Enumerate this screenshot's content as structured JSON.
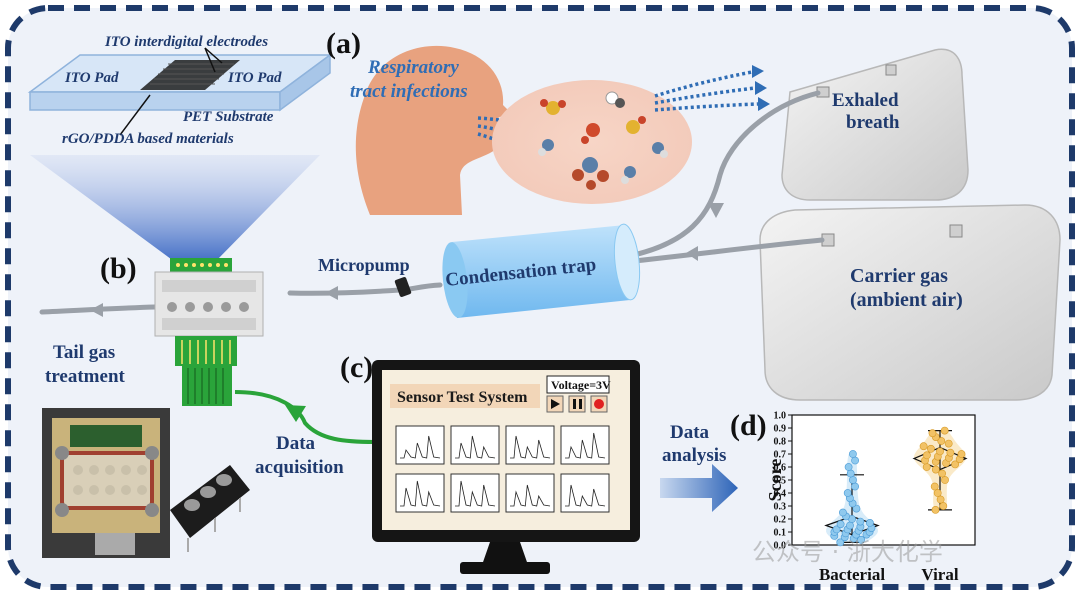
{
  "panels": {
    "a": "(a)",
    "b": "(b)",
    "c": "(c)",
    "d": "(d)"
  },
  "sensor_labels": {
    "electrodes": "ITO interdigital electrodes",
    "pad_left": "ITO Pad",
    "pad_right": "ITO Pad",
    "substrate": "PET Substrate",
    "materials": "rGO/PDDA based materials"
  },
  "respiratory": {
    "line1": "Respiratory",
    "line2": "tract infections"
  },
  "exhaled": {
    "line1": "Exhaled",
    "line2": "breath"
  },
  "carrier": {
    "line1": "Carrier gas",
    "line2": "(ambient air)"
  },
  "micropump": "Micropump",
  "condensation": "Condensation trap",
  "tailgas": {
    "line1": "Tail gas",
    "line2": "treatment"
  },
  "acquisition": {
    "line1": "Data",
    "line2": "acquisition"
  },
  "analysis": {
    "line1": "Data",
    "line2": "analysis"
  },
  "monitor": {
    "title": "Sensor Test System",
    "voltage": "Voltage=3V"
  },
  "watermark": "公众号 · 浙大化学",
  "colors": {
    "frame": "#1e3a6a",
    "panel_bg": "#eef2f9",
    "label": "#1f3a6e",
    "accent_blue": "#2f6db5",
    "green": "#2aa43a",
    "violin_bact": "#8fc9ee",
    "violin_viral": "#f2c265"
  },
  "chart_data": {
    "type": "violin",
    "ylabel": "Score",
    "categories": [
      "Bacterial",
      "Viral"
    ],
    "ylim": [
      0.0,
      1.0
    ],
    "yticks": [
      "0.0",
      "0.1",
      "0.2",
      "0.3",
      "0.4",
      "0.5",
      "0.6",
      "0.7",
      "0.8",
      "0.9",
      "1.0"
    ],
    "series": [
      {
        "values": [
          0.02,
          0.04,
          0.05,
          0.06,
          0.07,
          0.08,
          0.08,
          0.09,
          0.1,
          0.1,
          0.11,
          0.12,
          0.12,
          0.13,
          0.14,
          0.15,
          0.16,
          0.17,
          0.18,
          0.2,
          0.22,
          0.25,
          0.28,
          0.32,
          0.36,
          0.4,
          0.45,
          0.5,
          0.55,
          0.6,
          0.65,
          0.7
        ],
        "box": {
          "q1": 0.08,
          "q3": 0.22,
          "whisker_low": 0.02,
          "whisker_high": 0.54
        }
      },
      {
        "values": [
          0.27,
          0.3,
          0.35,
          0.4,
          0.45,
          0.5,
          0.55,
          0.58,
          0.6,
          0.62,
          0.63,
          0.64,
          0.65,
          0.66,
          0.67,
          0.68,
          0.69,
          0.7,
          0.71,
          0.72,
          0.74,
          0.76,
          0.78,
          0.8,
          0.83,
          0.86,
          0.88
        ],
        "box": {
          "q1": 0.58,
          "q3": 0.75,
          "whisker_low": 0.27,
          "whisker_high": 0.88
        }
      }
    ]
  }
}
